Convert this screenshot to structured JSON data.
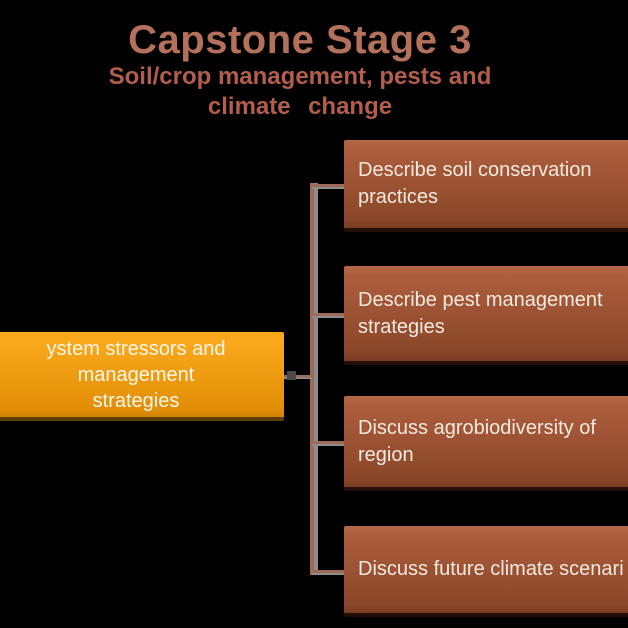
{
  "header": {
    "title": "Capstone Stage 3",
    "subtitle_line1": "Soil/crop management, pests and",
    "subtitle_line2": "climate change"
  },
  "root": {
    "line1": "ystem stressors and management",
    "line2": "strategies"
  },
  "branches": [
    {
      "label": "Describe soil conservation practices"
    },
    {
      "label": "Describe pest management strategies"
    },
    {
      "label": "Discuss agrobiodiversity of region"
    },
    {
      "label": "Discuss future climate scenarios"
    }
  ],
  "colors": {
    "background": "#000000",
    "title": "#b3705a",
    "subtitle": "#b25e4a",
    "rust-top": "#ad5e3d",
    "rust-bottom": "#8a4629",
    "rust-edge": "#230f07",
    "orange-top": "#f9a81b",
    "orange-bottom": "#e18e06",
    "orange-edge": "#5e3d08",
    "node-text": "#f3eadf",
    "root-text": "#fdf6ec",
    "line-brown": "#9c6c58",
    "line-gray": "#8d8d8d",
    "nub-gray": "#4b4a48"
  }
}
